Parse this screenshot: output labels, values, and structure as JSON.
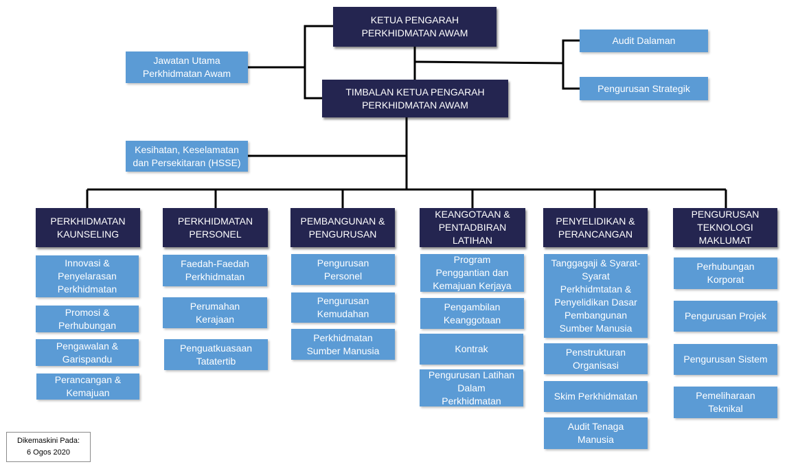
{
  "top": {
    "director_general": "KETUA PENGARAH\nPERKHIDMATAN AWAM",
    "deputy_director_general": "TIMBALAN KETUA PENGARAH\nPERKHIDMATAN AWAM",
    "public_service_commission": "Jawatan Utama\nPerkhidmatan Awam",
    "internal_audit": "Audit Dalaman",
    "strategic_management": "Pengurusan Strategik",
    "hsse": "Kesihatan, Keselamatan\ndan Persekitaran (HSSE)"
  },
  "divisions": [
    {
      "title": "PERKHIDMATAN\nKAUNSELING",
      "units": [
        "Innovasi &\nPenyelarasan\nPerkhidmatan",
        "Promosi &\nPerhubungan",
        "Pengawalan &\nGarispandu",
        "Perancangan &\nKemajuan"
      ]
    },
    {
      "title": "PERKHIDMATAN\nPERSONEL",
      "units": [
        "Faedah-Faedah\nPerkhidmatan",
        "Perumahan\nKerajaan",
        "Penguatkuasaan\nTatatertib"
      ]
    },
    {
      "title": "PEMBANGUNAN &\nPENGURUSAN",
      "units": [
        "Pengurusan\nPersonel",
        "Pengurusan\nKemudahan",
        "Perkhidmatan\nSumber Manusia"
      ]
    },
    {
      "title": "KEANGOTAAN &\nPENTADBIRAN\nLATIHAN",
      "units": [
        "Program\nPenggantian dan\nKemajuan Kerjaya",
        "Pengambilan\nKeanggotaan",
        "Kontrak",
        "Pengurusan Latihan\nDalam\nPerkhidmatan"
      ]
    },
    {
      "title": "PENYELIDIKAN &\nPERANCANGAN",
      "units": [
        "Tanggagaji & Syarat-\nSyarat\nPerkhidmtatan &\nPenyelidikan Dasar\nPembangunan\nSumber Manusia",
        "Penstrukturan\nOrganisasi",
        "Skim Perkhidmatan",
        "Audit Tenaga\nManusia"
      ]
    },
    {
      "title": "PENGURUSAN\nTEKNOLOGI\nMAKLUMAT",
      "units": [
        "Perhubungan\nKorporat",
        "Pengurusan Projek",
        "Pengurusan Sistem",
        "Pemeliharaan\nTeknikal"
      ]
    }
  ],
  "note": {
    "line1": "Dikemaskini Pada:",
    "line2": "6 Ogos 2020"
  }
}
